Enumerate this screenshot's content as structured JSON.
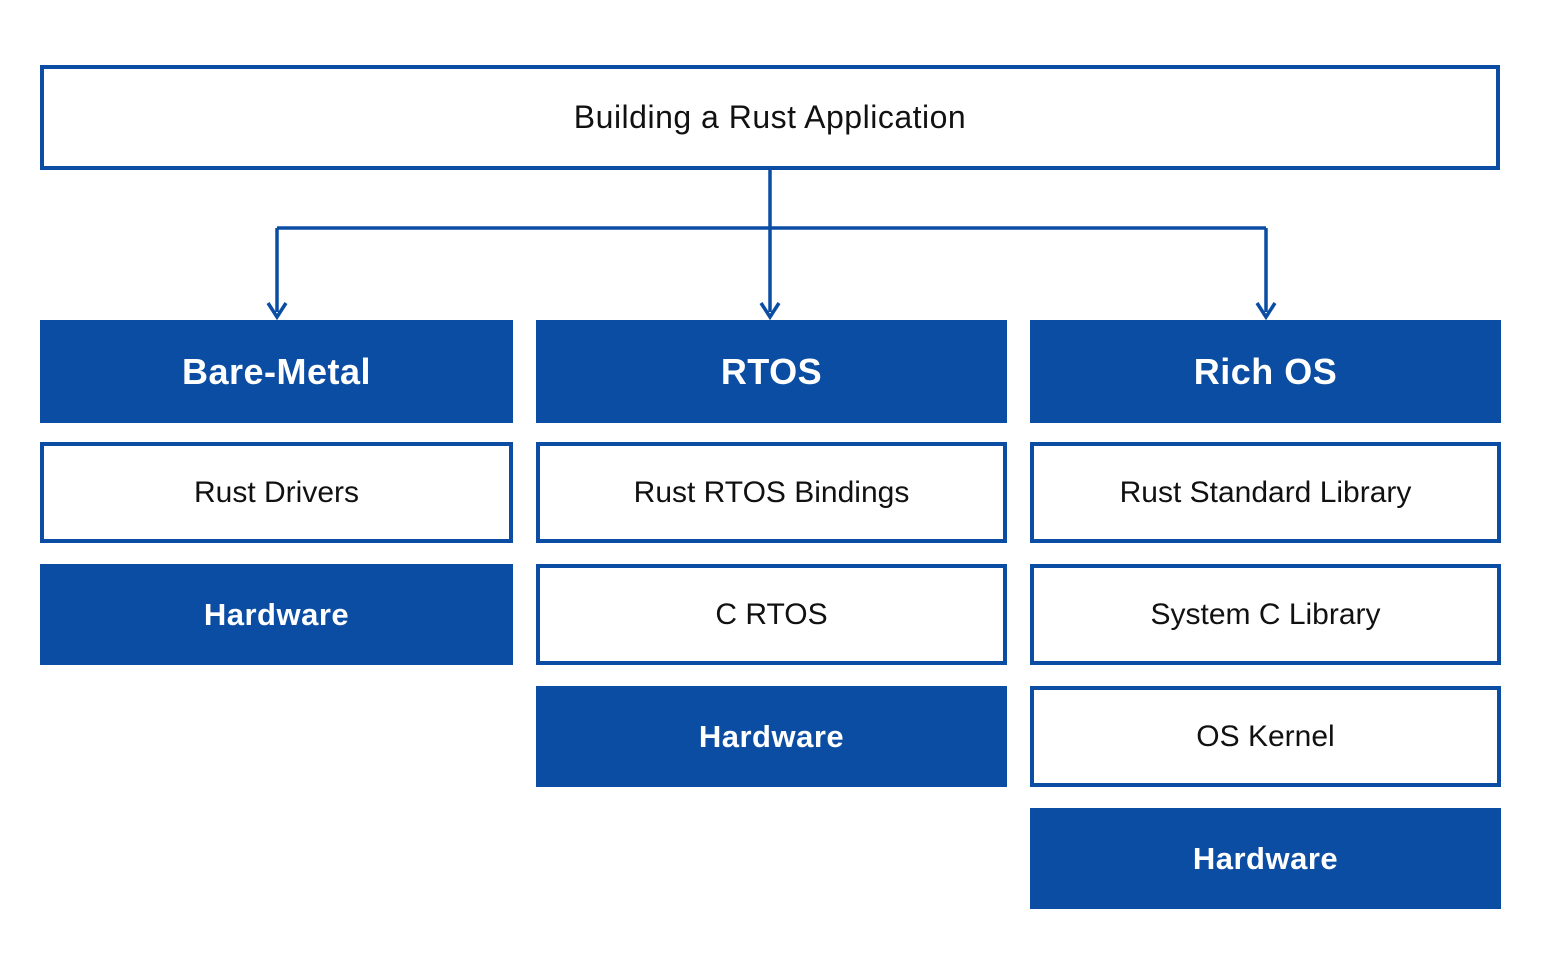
{
  "title": "Building a Rust Application",
  "colors": {
    "accent_blue": "#0B4DA3",
    "box_background": "#FFFFFF",
    "text_dark": "#111111",
    "text_light": "#FFFFFF"
  },
  "connectors": {
    "from": "Building a Rust Application",
    "to": [
      "Bare-Metal",
      "RTOS",
      "Rich OS"
    ],
    "style": "down-arrows"
  },
  "columns": [
    {
      "header": "Bare-Metal",
      "boxes": [
        {
          "label": "Rust Drivers",
          "style": "outline"
        },
        {
          "label": "Hardware",
          "style": "solid"
        }
      ]
    },
    {
      "header": "RTOS",
      "boxes": [
        {
          "label": "Rust RTOS Bindings",
          "style": "outline"
        },
        {
          "label": "C RTOS",
          "style": "outline"
        },
        {
          "label": "Hardware",
          "style": "solid"
        }
      ]
    },
    {
      "header": "Rich OS",
      "boxes": [
        {
          "label": "Rust Standard Library",
          "style": "outline"
        },
        {
          "label": "System C Library",
          "style": "outline"
        },
        {
          "label": "OS Kernel",
          "style": "outline"
        },
        {
          "label": "Hardware",
          "style": "solid"
        }
      ]
    }
  ]
}
